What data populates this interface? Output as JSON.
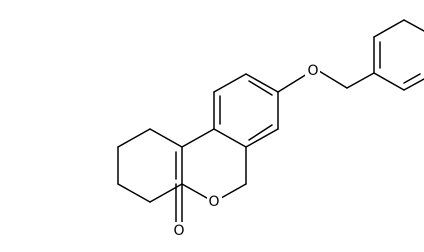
{
  "molecule": {
    "atom_labels": {
      "ether_oxygen": "O",
      "ring_oxygen": "O",
      "carbonyl_oxygen": "O"
    },
    "colors": {
      "background": "#ffffff",
      "bond": "#000000",
      "label": "#000000"
    }
  }
}
